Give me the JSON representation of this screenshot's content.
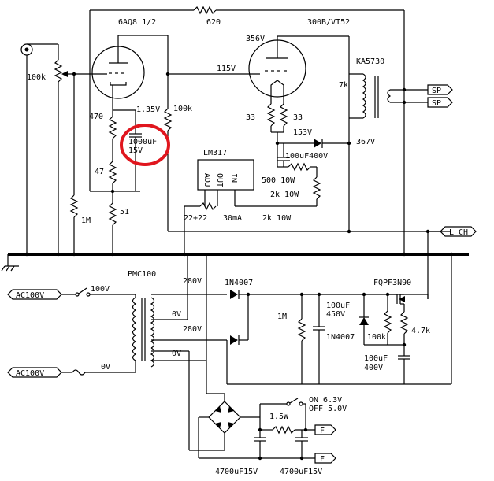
{
  "tubes": {
    "driver": "6AQ8 1/2",
    "output": "300B/VT52"
  },
  "voltages": {
    "plate_output": "356V",
    "grid_coupling": "115V",
    "cathode_driver": "1.35V",
    "cathode_output": "153V",
    "b_plus": "367V",
    "ht_sec_1": "280V",
    "ht_sec_2": "280V",
    "zero_1": "0V",
    "zero_2": "0V",
    "zero_3": "0V",
    "ac_tap_100": "100V",
    "ac_tap_0": "0V"
  },
  "components": {
    "r_feedback": "620",
    "pot_volume": "100k",
    "r_cathode_top": "470",
    "c_cathode": "1000uF\n15V",
    "c_cathode_line1": "1000uF",
    "c_cathode_line2": "15V",
    "r_cathode_mid": "47",
    "r_cathode_bot": "51",
    "r_grid_leak": "1M",
    "r_plate_load": "100k",
    "r_hum_left": "33",
    "r_hum_right": "33",
    "output_transformer": "KA5730",
    "primary_z": "7k",
    "cap_bypass": "100uF400V",
    "reg_ic": "LM317",
    "reg_pin_adj": "ADJ",
    "reg_pin_out": "OUT",
    "reg_pin_in": "IN",
    "r_reg_500": "500 10W",
    "r_reg_2k_a": "2k 10W",
    "r_reg_sense": "22+22",
    "reg_current": "30mA",
    "r_reg_2k_b": "2k 10W",
    "power_transformer": "PMC100",
    "diode_top": "1N4007",
    "r_bleeder": "1M",
    "c_filter": "100uF\n450V",
    "c_filter_line1": "100uF",
    "c_filter_line2": "450V",
    "mosfet": "FQPF3N90",
    "diode_zener": "1N4007",
    "r_gate": "100k",
    "r_drain": "4.7k",
    "c_output_line1": "100uF",
    "c_output_line2": "400V",
    "heater_switch_on": "ON  6.3V",
    "heater_switch_off": "OFF 5.0V",
    "r_heater": "1.5W",
    "c_heater_1": "4700uF15V",
    "c_heater_2": "4700uF15V"
  },
  "connectors": {
    "speaker_1": "SP",
    "speaker_2": "SP",
    "channel": "L CH",
    "ac_in_1": "AC100V",
    "ac_in_2": "AC100V",
    "filament_1": "F",
    "filament_2": "F"
  },
  "highlight_color": "#e0161e"
}
